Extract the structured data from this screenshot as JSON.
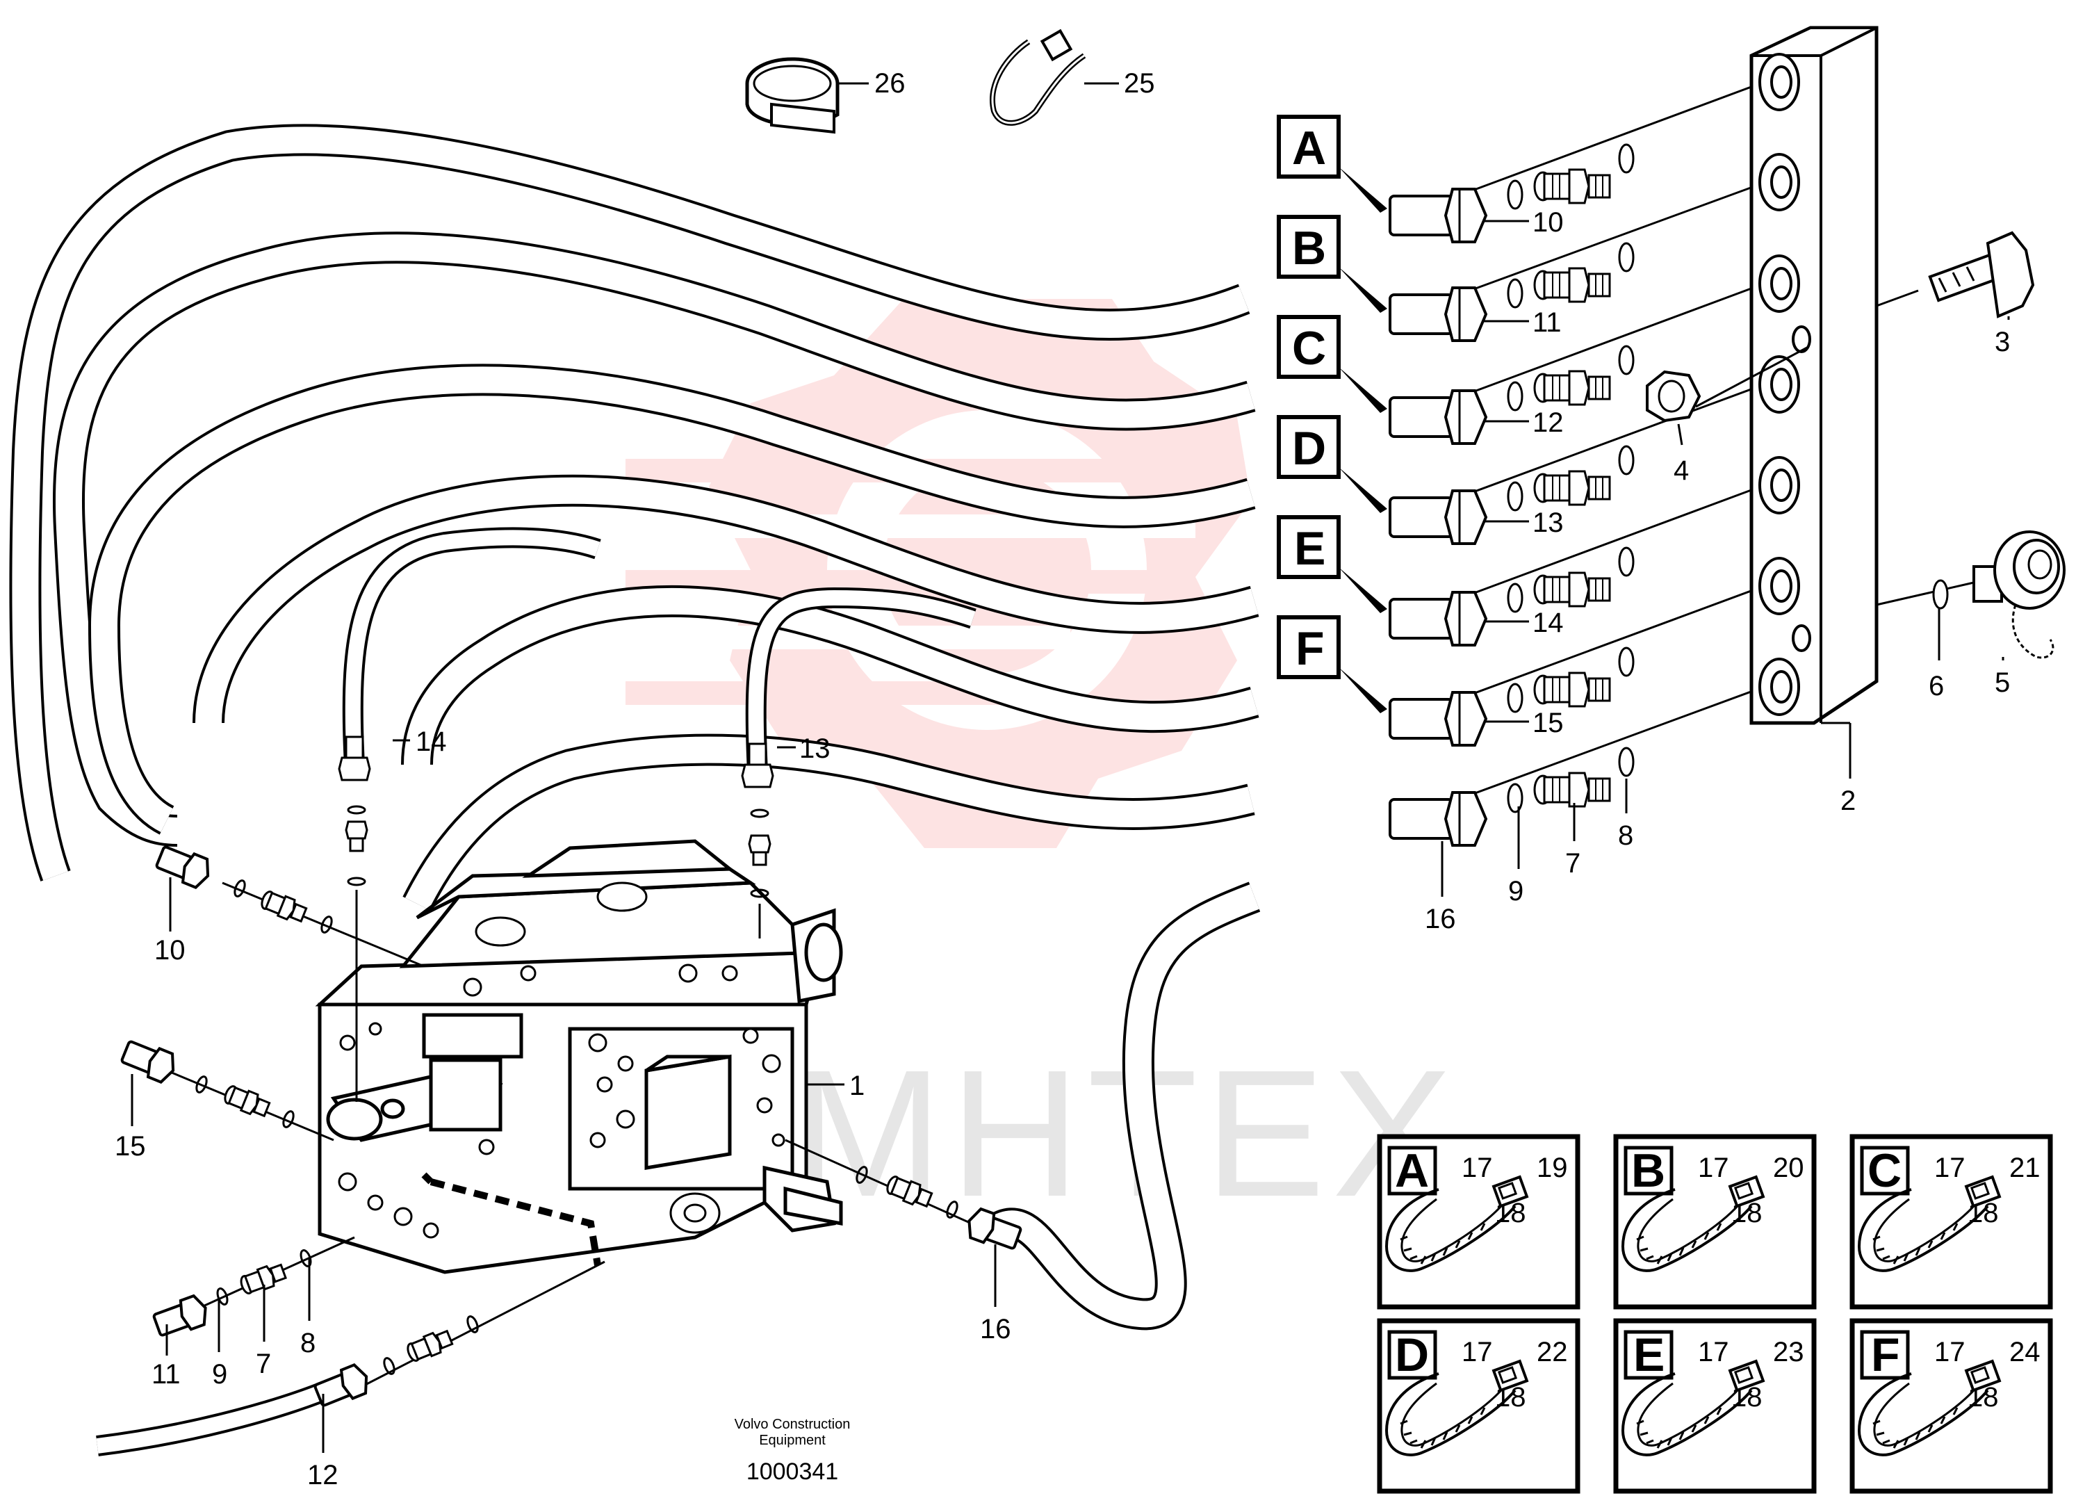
{
  "watermark": {
    "text": "MHTEX",
    "color": "#e6e6e6",
    "logo_color": "#fde3e3"
  },
  "callouts": [
    {
      "id": "c26",
      "text": "26"
    },
    {
      "id": "c25",
      "text": "25"
    },
    {
      "id": "c10r",
      "text": "10"
    },
    {
      "id": "c11r",
      "text": "11"
    },
    {
      "id": "c12r",
      "text": "12"
    },
    {
      "id": "c13r",
      "text": "13"
    },
    {
      "id": "c14r",
      "text": "14"
    },
    {
      "id": "c15r",
      "text": "15"
    },
    {
      "id": "c16r",
      "text": "16"
    },
    {
      "id": "c9r",
      "text": "9"
    },
    {
      "id": "c7r",
      "text": "7"
    },
    {
      "id": "c8r",
      "text": "8"
    },
    {
      "id": "c2",
      "text": "2"
    },
    {
      "id": "c3",
      "text": "3"
    },
    {
      "id": "c4",
      "text": "4"
    },
    {
      "id": "c5",
      "text": "5"
    },
    {
      "id": "c6",
      "text": "6"
    },
    {
      "id": "c14m",
      "text": "14"
    },
    {
      "id": "c13m",
      "text": "13"
    },
    {
      "id": "c1",
      "text": "1"
    },
    {
      "id": "c10l",
      "text": "10"
    },
    {
      "id": "c15l",
      "text": "15"
    },
    {
      "id": "c11l",
      "text": "11"
    },
    {
      "id": "c9l",
      "text": "9"
    },
    {
      "id": "c7l",
      "text": "7"
    },
    {
      "id": "c8l",
      "text": "8"
    },
    {
      "id": "c12l",
      "text": "12"
    },
    {
      "id": "c16l",
      "text": "16"
    }
  ],
  "letter_boxes": [
    "A",
    "B",
    "C",
    "D",
    "E",
    "F"
  ],
  "detail_panels": [
    {
      "letter": "A",
      "n1": "17",
      "n2": "19",
      "n3": "18"
    },
    {
      "letter": "B",
      "n1": "17",
      "n2": "20",
      "n3": "18"
    },
    {
      "letter": "C",
      "n1": "17",
      "n2": "21",
      "n3": "18"
    },
    {
      "letter": "D",
      "n1": "17",
      "n2": "22",
      "n3": "18"
    },
    {
      "letter": "E",
      "n1": "17",
      "n2": "23",
      "n3": "18"
    },
    {
      "letter": "F",
      "n1": "17",
      "n2": "24",
      "n3": "18"
    }
  ],
  "caption": {
    "line1": "Volvo Construction",
    "line2": "Equipment",
    "drawing_number": "1000341"
  }
}
